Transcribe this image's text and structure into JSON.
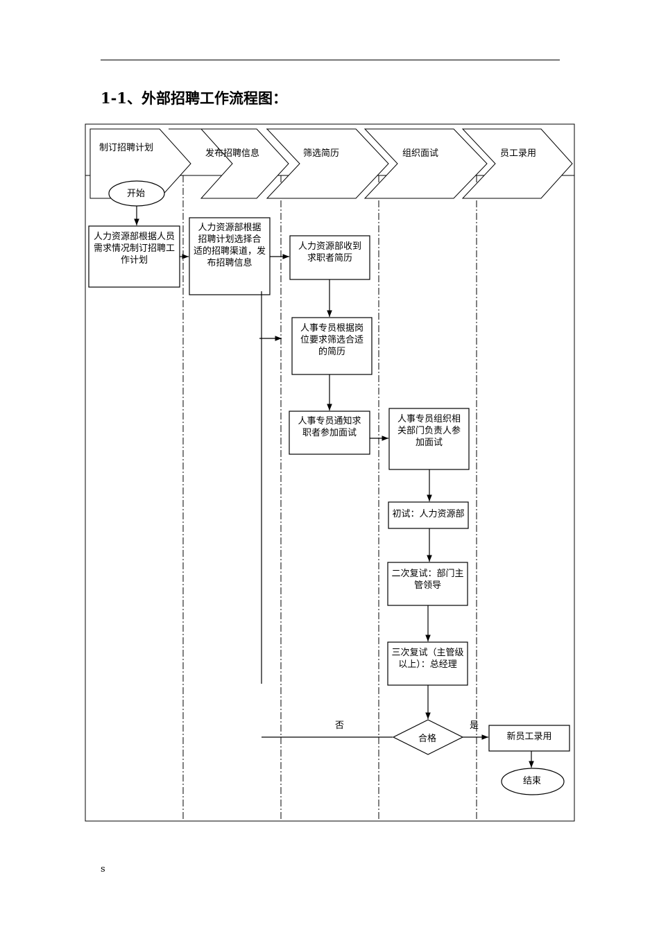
{
  "heading": "1-1、外部招聘工作流程图：",
  "footer_mark": "s",
  "stages": [
    "制订招聘计划",
    "发布招聘信息",
    "筛选简历",
    "组织面试",
    "员工录用"
  ],
  "nodes": {
    "start": "开始",
    "plan": [
      "人力资源部根据人员",
      "需求情况制订招聘工",
      "作计划"
    ],
    "publish": [
      "人力资源部根据",
      "招聘计划选择合",
      "适的招聘渠道，发",
      "布招聘信息"
    ],
    "receive": [
      "人力资源部收到",
      "求职者简历"
    ],
    "screen": [
      "人事专员根据岗",
      "位要求筛选合适",
      "的简历"
    ],
    "notify": [
      "人事专员通知求",
      "职者参加面试"
    ],
    "organize": [
      "人事专员组织相",
      "关部门负责人参",
      "加面试"
    ],
    "first": [
      "初试：人力资源部"
    ],
    "second": [
      "二次复试：部门主",
      "管领导"
    ],
    "third": [
      "三次复试（主管级",
      "以上）：总经理"
    ],
    "decision": "合格",
    "hire": "新员工录用",
    "end": "结束"
  },
  "edge_labels": {
    "no": "否",
    "yes": "是"
  }
}
